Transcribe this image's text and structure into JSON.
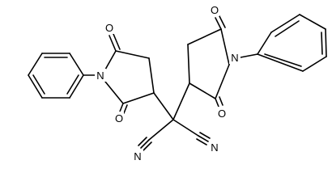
{
  "molecule": {
    "atoms": {
      "o_left_top": "O",
      "n_left": "N",
      "o_left_bottom": "O",
      "o_right_top": "O",
      "n_right": "N",
      "o_right_bottom": "O",
      "n_nitrile_left": "N",
      "n_nitrile_right": "N"
    }
  },
  "colors": {
    "bond": "#000000",
    "background": "#ffffff"
  }
}
